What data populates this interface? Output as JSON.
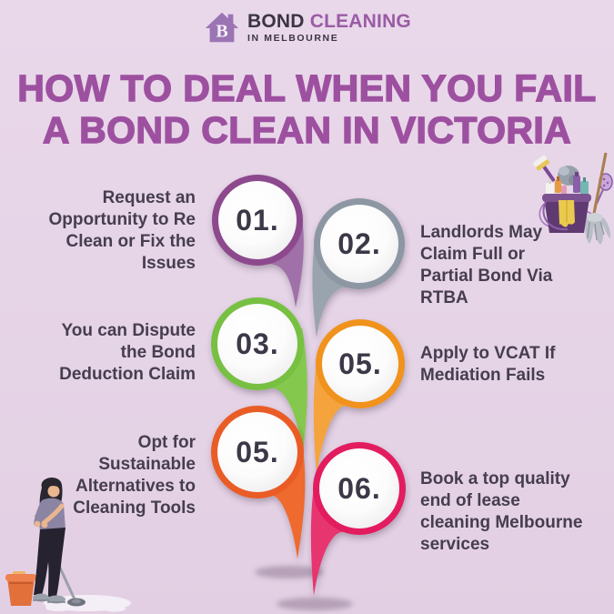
{
  "brand": {
    "name_primary": "BOND",
    "name_accent": "CLEANING",
    "tagline": "IN MELBOURNE",
    "logo_letter": "B"
  },
  "title": {
    "line1": "HOW TO DEAL WHEN YOU FAIL",
    "line2": "A BOND CLEAN IN VICTORIA"
  },
  "steps": [
    {
      "number": "01.",
      "label": "Request an Opportunity to Re Clean or Fix the Issues",
      "side": "left",
      "accent": "#8d4a8d"
    },
    {
      "number": "02.",
      "label": "Landlords May Claim Full or Partial Bond Via RTBA",
      "side": "right",
      "accent": "#8d97a3"
    },
    {
      "number": "03.",
      "label": "You can Dispute the Bond Deduction Claim",
      "side": "left",
      "accent": "#77c043"
    },
    {
      "number": "05.",
      "label": "Apply to VCAT If Mediation Fails",
      "side": "right",
      "accent": "#f0921e"
    },
    {
      "number": "05.",
      "label": "Opt for Sustainable Alternatives to Cleaning Tools",
      "side": "left",
      "accent": "#ea5b26"
    },
    {
      "number": "06.",
      "label": "Book a top quality end of lease cleaning Melbourne services",
      "side": "right",
      "accent": "#e21d5f"
    }
  ],
  "colors": {
    "background": "#e7d6e8",
    "title": "#9d50a0",
    "body_text": "#463e50",
    "number_text": "#3e3847",
    "brand_dark": "#3b3543",
    "brand_purple": "#9a5ca6"
  },
  "icons": {
    "logo": "house-logo-icon",
    "top_right": "cleaning-bucket-and-mop-illustration",
    "bottom_left": "woman-mopping-floor-illustration"
  }
}
